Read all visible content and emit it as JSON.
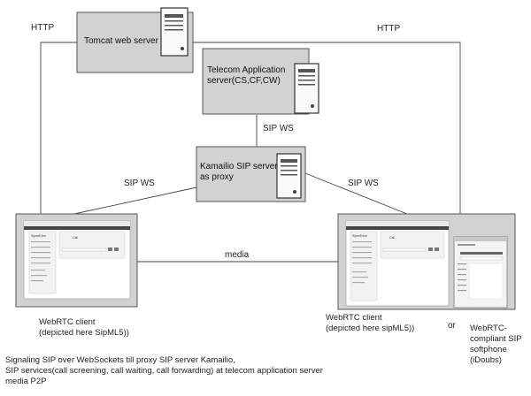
{
  "nodes": {
    "tomcat": {
      "label": "Tomcat web server"
    },
    "telecom": {
      "label": "Telecom Application server(CS,CF,CW)"
    },
    "kamailio": {
      "label": "Kamailio SIP server as proxy"
    },
    "client_left": {
      "caption": "WebRTC client\n(depicted here SipML5))",
      "app_title": "Sipml5 live",
      "app_label": "Call"
    },
    "client_right": {
      "caption": "WebRTC client\n(depicted here sipML5))",
      "app_title": "Sipml5 live",
      "app_label": "Call"
    },
    "softphone": {
      "caption": "WebRTC-\ncompliant SIP\nsoftphone\n(iDoubs)"
    }
  },
  "edges": {
    "http_left": "HTTP",
    "http_right": "HTTP",
    "sip_ws_top": "SIP WS",
    "sip_ws_left": "SIP WS",
    "sip_ws_right": "SIP WS",
    "media": "media"
  },
  "or_label": "or",
  "footer": "Signaling SIP over WebSockets till proxy SIP server Kamailio,\nSIP services(call screening, call waiting, call forwarding) at telecom application server\nmedia P2P"
}
